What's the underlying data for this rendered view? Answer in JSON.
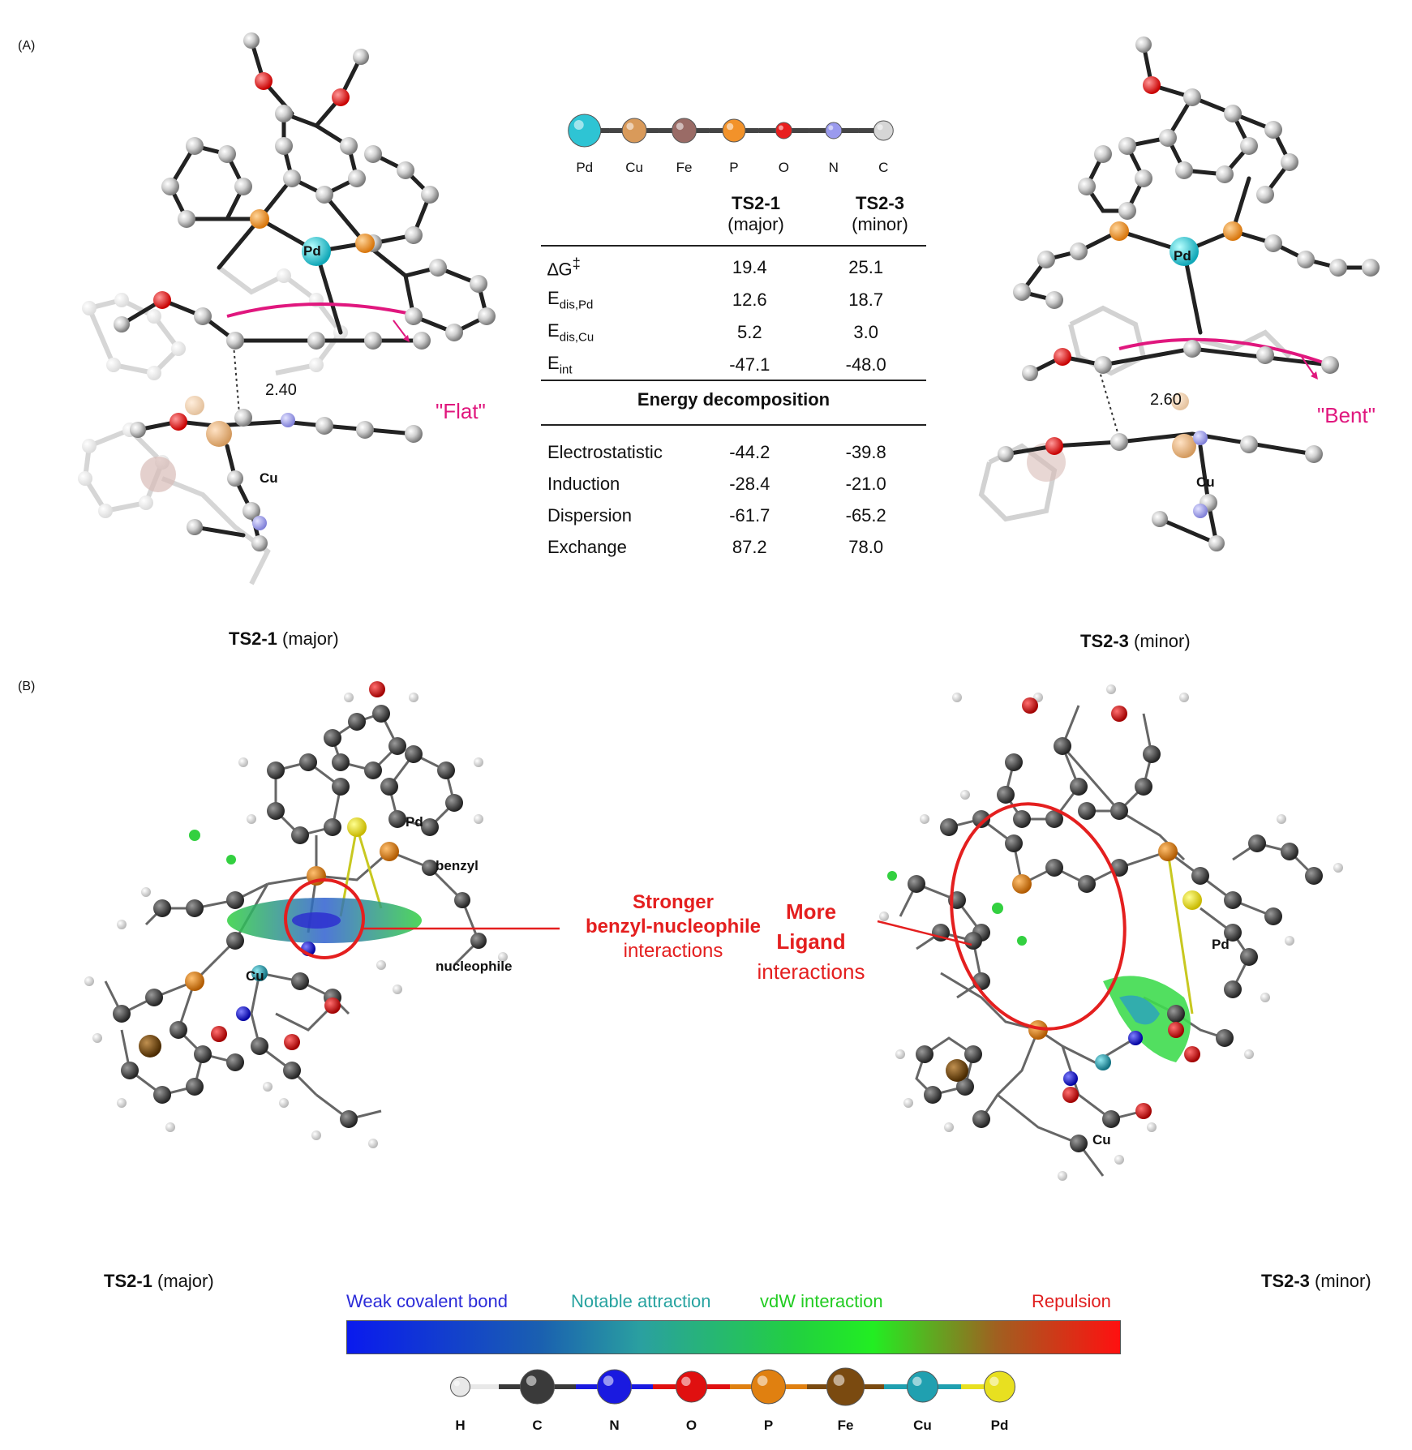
{
  "panels": {
    "a_label": "(A)",
    "b_label": "(B)"
  },
  "panel_a": {
    "left_caption": {
      "bold": "TS2-1",
      "rest": " (major)"
    },
    "right_caption": {
      "bold": "TS2-3",
      "rest": " (minor)"
    },
    "left_distance": "2.40",
    "right_distance": "2.60",
    "left_shape": "\"Flat\"",
    "right_shape": "\"Bent\"",
    "atom_labels": {
      "pd": "Pd",
      "cu": "Cu"
    },
    "element_legend": [
      {
        "symbol": "Pd",
        "color": "#2ec4d4"
      },
      {
        "symbol": "Cu",
        "color": "#d99a5a"
      },
      {
        "symbol": "Fe",
        "color": "#9a6b66"
      },
      {
        "symbol": "P",
        "color": "#f2922a"
      },
      {
        "symbol": "O",
        "color": "#e81e1e"
      },
      {
        "symbol": "N",
        "color": "#9a9aee"
      },
      {
        "symbol": "C",
        "color": "#d6d6d6"
      }
    ],
    "table": {
      "col1": {
        "name": "TS2-1",
        "sub": "(major)"
      },
      "col2": {
        "name": "TS2-3",
        "sub": "(minor)"
      },
      "rows_top": [
        {
          "label": "∆G",
          "sup": "‡",
          "sub": "",
          "v1": "19.4",
          "v2": "25.1"
        },
        {
          "label": "E",
          "sup": "",
          "sub": "dis,Pd",
          "v1": "12.6",
          "v2": "18.7"
        },
        {
          "label": "E",
          "sup": "",
          "sub": "dis,Cu",
          "v1": "5.2",
          "v2": "3.0"
        },
        {
          "label": "E",
          "sup": "",
          "sub": "int",
          "v1": "-47.1",
          "v2": "-48.0"
        }
      ],
      "section_title": "Energy decomposition",
      "rows_bottom": [
        {
          "label": "Electrostatistic",
          "v1": "-44.2",
          "v2": "-39.8"
        },
        {
          "label": "Induction",
          "v1": "-28.4",
          "v2": "-21.0"
        },
        {
          "label": "Dispersion",
          "v1": "-61.7",
          "v2": "-65.2"
        },
        {
          "label": "Exchange",
          "v1": "87.2",
          "v2": "78.0"
        }
      ]
    }
  },
  "panel_b": {
    "left_caption": {
      "bold": "TS2-1",
      "rest": " (major)"
    },
    "right_caption": {
      "bold": "TS2-3",
      "rest": " (minor)"
    },
    "fragment_labels": {
      "benzyl": "benzyl",
      "nucleophile": "nucleophile",
      "pd": "Pd",
      "cu": "Cu"
    },
    "note_left": [
      "Stronger",
      "benzyl-nucleophile",
      "interactions"
    ],
    "note_right": [
      "More",
      "Ligand",
      "interactions"
    ],
    "scale_labels": [
      {
        "text": "Weak covalent bond",
        "color": "#2b2bd8"
      },
      {
        "text": "Notable attraction",
        "color": "#27a3a0"
      },
      {
        "text": "vdW interaction",
        "color": "#22cc22"
      },
      {
        "text": "Repulsion",
        "color": "#e01e1e"
      }
    ],
    "element_legend": [
      {
        "symbol": "H",
        "color": "#e8e8e8"
      },
      {
        "symbol": "C",
        "color": "#3a3a3a"
      },
      {
        "symbol": "N",
        "color": "#1a1ae0"
      },
      {
        "symbol": "O",
        "color": "#e01010"
      },
      {
        "symbol": "P",
        "color": "#e08010"
      },
      {
        "symbol": "Fe",
        "color": "#7a4a10"
      },
      {
        "symbol": "Cu",
        "color": "#20a0b0"
      },
      {
        "symbol": "Pd",
        "color": "#e8e020"
      }
    ]
  }
}
